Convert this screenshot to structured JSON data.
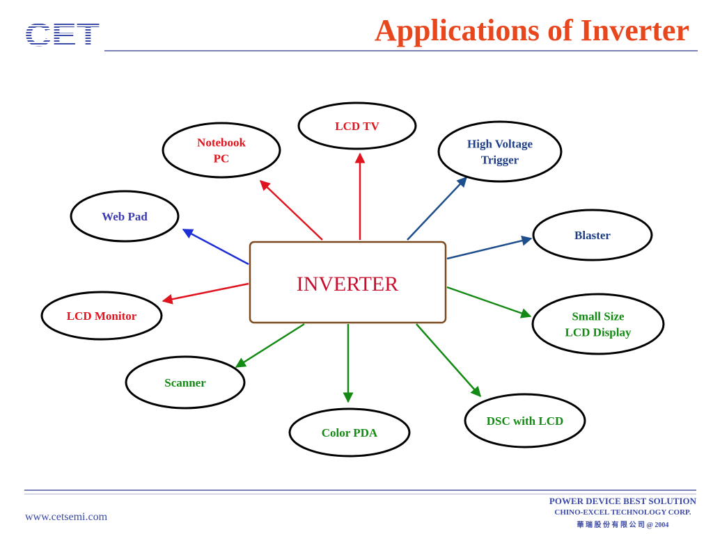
{
  "header": {
    "logo_text": "CET",
    "title": "Applications of Inverter"
  },
  "diagram": {
    "center": {
      "label": "INVERTER",
      "color": "#c8102e"
    },
    "nodes": [
      {
        "id": "lcd-tv",
        "lines": [
          "LCD TV"
        ],
        "color": "#e0141e",
        "arrow_color": "#e0141e"
      },
      {
        "id": "notebook-pc",
        "lines": [
          "Notebook",
          "PC"
        ],
        "color": "#e0141e",
        "arrow_color": "#e0141e"
      },
      {
        "id": "high-voltage-trigger",
        "lines": [
          "High Voltage",
          "Trigger"
        ],
        "color": "#1f3f86",
        "arrow_color": "#1f4e8c"
      },
      {
        "id": "web-pad",
        "lines": [
          "Web Pad"
        ],
        "color": "#3a3ab4",
        "arrow_color": "#1d2fd6"
      },
      {
        "id": "blaster",
        "lines": [
          "Blaster"
        ],
        "color": "#1f3f86",
        "arrow_color": "#1f4e8c"
      },
      {
        "id": "lcd-monitor",
        "lines": [
          "LCD Monitor"
        ],
        "color": "#e0141e",
        "arrow_color": "#e0141e"
      },
      {
        "id": "small-size-lcd-display",
        "lines": [
          "Small Size",
          "LCD Display"
        ],
        "color": "#138a13",
        "arrow_color": "#138a13"
      },
      {
        "id": "scanner",
        "lines": [
          "Scanner"
        ],
        "color": "#138a13",
        "arrow_color": "#138a13"
      },
      {
        "id": "color-pda",
        "lines": [
          "Color PDA"
        ],
        "color": "#138a13",
        "arrow_color": "#138a13"
      },
      {
        "id": "dsc-with-lcd",
        "lines": [
          "DSC with LCD"
        ],
        "color": "#138a13",
        "arrow_color": "#138a13"
      }
    ]
  },
  "footer": {
    "website": "www.cetsemi.com",
    "line1": "POWER DEVICE BEST SOLUTION",
    "line2": "CHINO-EXCEL TECHNOLOGY CORP.",
    "line3": "華 瑞 股 份 有 限 公 司 @ 2004"
  },
  "colors": {
    "title": "#e8471e",
    "rule": "#7a80b8",
    "footer_text": "#3b4aa8",
    "center_border": "#7a4a1e"
  }
}
